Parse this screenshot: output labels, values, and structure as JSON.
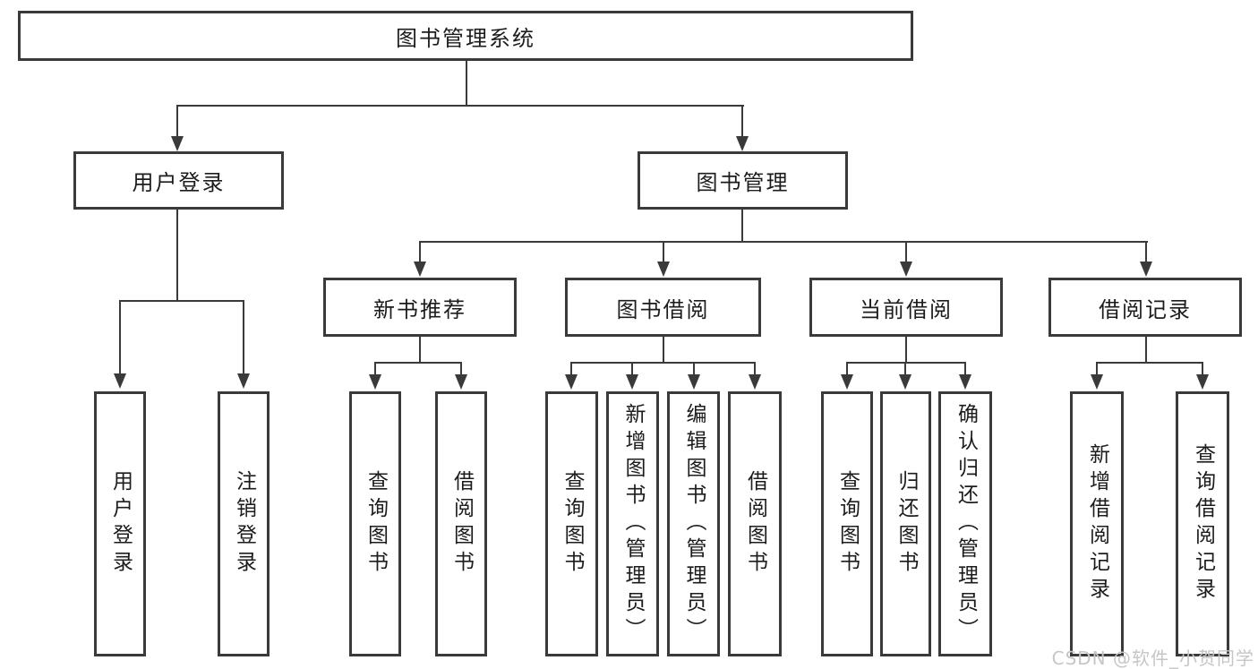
{
  "diagram": {
    "type": "tree",
    "title": "图书管理系统",
    "nodes": {
      "root": "图书管理系统",
      "user_login": "用户登录",
      "book_mgmt": "图书管理",
      "new_book_rec": "新书推荐",
      "book_borrow": "图书借阅",
      "current_borrow": "当前借阅",
      "borrow_records": "借阅记录",
      "leaf_user_login": "用户登录",
      "leaf_logout": "注销登录",
      "leaf_nb_query": "查询图书",
      "leaf_nb_borrow": "借阅图书",
      "leaf_bb_query": "查询图书",
      "leaf_bb_add": "新增图书（管理员）",
      "leaf_bb_edit": "编辑图书（管理员）",
      "leaf_bb_borrow": "借阅图书",
      "leaf_cb_query": "查询图书",
      "leaf_cb_return": "归还图书",
      "leaf_cb_confirm": "确认归还（管理员）",
      "leaf_br_add": "新增借阅记录",
      "leaf_br_query": "查询借阅记录"
    },
    "hierarchy": {
      "图书管理系统": {
        "用户登录": [
          "用户登录",
          "注销登录"
        ],
        "图书管理": {
          "新书推荐": [
            "查询图书",
            "借阅图书"
          ],
          "图书借阅": [
            "查询图书",
            "新增图书（管理员）",
            "编辑图书（管理员）",
            "借阅图书"
          ],
          "当前借阅": [
            "查询图书",
            "归还图书",
            "确认归还（管理员）"
          ],
          "借阅记录": [
            "新增借阅记录",
            "查询借阅记录"
          ]
        }
      }
    }
  },
  "watermark": "CSDN @软件_小贺同学",
  "colors": {
    "line": "#3a3a3a",
    "box_border": "#3a3a3a",
    "text": "#1c1c1c",
    "watermark": "#c6c6c6",
    "background": "#ffffff"
  }
}
